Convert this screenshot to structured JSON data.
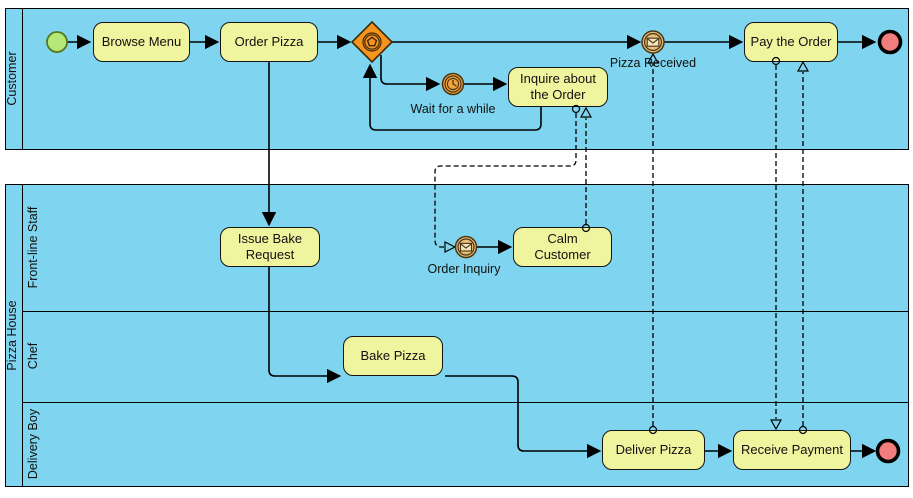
{
  "diagram": {
    "type": "BPMN business process diagram",
    "pools": {
      "customer": {
        "label": "Customer"
      },
      "pizza_house": {
        "label": "Pizza House",
        "lanes": {
          "frontline": {
            "label": "Front-line Staff"
          },
          "chef": {
            "label": "Chef"
          },
          "delivery": {
            "label": "Delivery Boy"
          }
        }
      }
    },
    "tasks": {
      "browse_menu": {
        "label": "Browse Menu"
      },
      "order_pizza": {
        "label": "Order Pizza"
      },
      "inquire_about_order": {
        "label": "Inquire about the Order"
      },
      "pay_the_order": {
        "label": "Pay the Order"
      },
      "issue_bake_request": {
        "label": "Issue Bake Request"
      },
      "calm_customer": {
        "label": "Calm Customer"
      },
      "bake_pizza": {
        "label": "Bake Pizza"
      },
      "deliver_pizza": {
        "label": "Deliver Pizza"
      },
      "receive_payment": {
        "label": "Receive Payment"
      }
    },
    "events": {
      "wait_timer": {
        "label": "Wait for a while"
      },
      "pizza_received": {
        "label": "Pizza Received"
      },
      "order_inquiry": {
        "label": "Order Inquiry"
      }
    },
    "colors": {
      "pool_fill": "#7FD5EF",
      "task_fill": "#EFF49E",
      "start_event_fill": "#B5E878",
      "end_event_fill": "#F27D7D",
      "gateway_fill": "#F7941F",
      "timer_fill": "#F2A43A",
      "message_event_fill": "#E6BE79"
    }
  }
}
